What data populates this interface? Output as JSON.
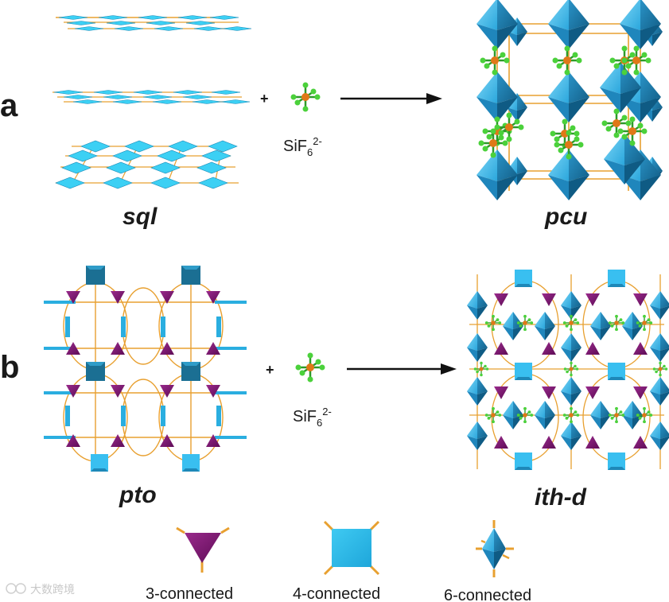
{
  "panels": {
    "a": {
      "letter": "a",
      "reactant_topology": "sql",
      "anion_main": "SiF",
      "anion_sub": "6",
      "anion_charge": "2-",
      "plus": "+",
      "product_topology": "pcu"
    },
    "b": {
      "letter": "b",
      "reactant_topology": "pto",
      "anion_main": "SiF",
      "anion_sub": "6",
      "anion_charge": "2-",
      "plus": "+",
      "product_topology": "ith-d"
    }
  },
  "legend": [
    {
      "label": "3-connected",
      "shape": "triangle-icon",
      "color": "#7b1470"
    },
    {
      "label": "4-connected",
      "shape": "square-icon",
      "color": "#29b8e8"
    },
    {
      "label": "6-connected",
      "shape": "octahedron-icon",
      "color": "#2a9fd8"
    }
  ],
  "watermark": "大数跨境",
  "colors": {
    "cyan": "#3cc4f0",
    "cyan_dark": "#1a7fae",
    "purple": "#7b1470",
    "magenta": "#c4409c",
    "linker": "#e8a030",
    "fluorine": "#4bd13b",
    "silicon": "#e07818",
    "arrow": "#111111"
  }
}
